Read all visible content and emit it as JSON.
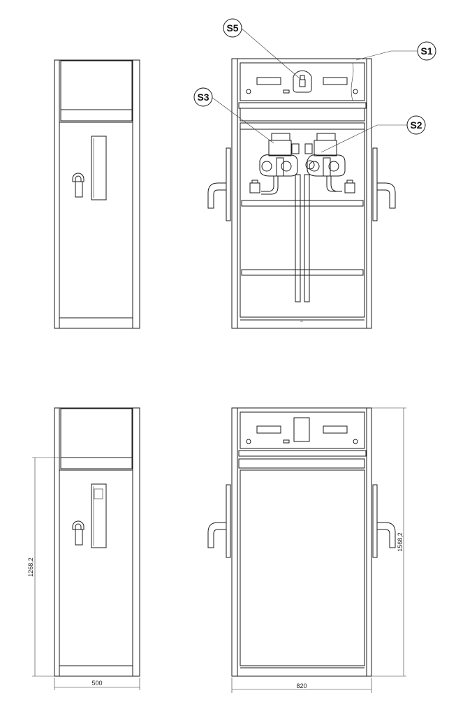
{
  "callouts": {
    "s1": "S1",
    "s2": "S2",
    "s3": "S3",
    "s5": "S5"
  },
  "dimensions": {
    "side_height": "1268,2",
    "side_width": "500",
    "front_height": "1568,2",
    "front_width": "820"
  }
}
